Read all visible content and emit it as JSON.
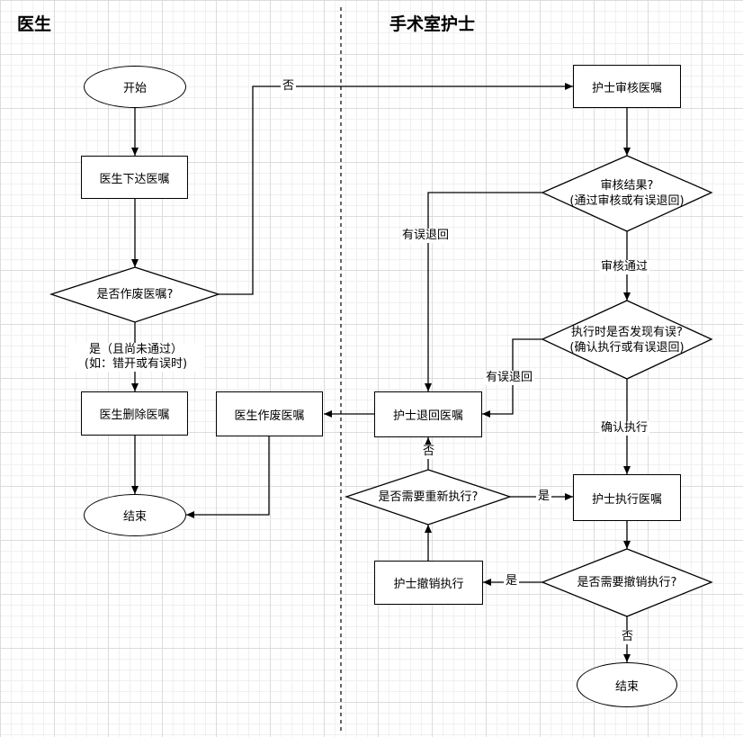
{
  "lanes": {
    "doctor": "医生",
    "nurse": "手术室护士"
  },
  "nodes": {
    "start": "开始",
    "doctor_issue": "医生下达医嘱",
    "void_decision": "是否作废医嘱?",
    "doctor_delete": "医生删除医嘱",
    "doctor_void": "医生作废医嘱",
    "end_doctor": "结束",
    "nurse_review": "护士审核医嘱",
    "review_result": "审核结果?\n(通过审核或有误退回)",
    "exec_check": "执行时是否发现有误?\n(确认执行或有误退回)",
    "nurse_return": "护士退回医嘱",
    "nurse_execute": "护士执行医嘱",
    "re_exec_decision": "是否需要重新执行?",
    "nurse_cancel": "护士撤销执行",
    "cancel_decision": "是否需要撤销执行?",
    "end_nurse": "结束"
  },
  "edges": {
    "void_no": "否",
    "void_yes": "是（且尚未通过）\n(如：错开或有误时)",
    "review_error": "有误退回",
    "review_pass": "审核通过",
    "exec_error": "有误退回",
    "exec_confirm": "确认执行",
    "reexec_no": "否",
    "reexec_yes": "是",
    "cancel_yes": "是",
    "cancel_no": "否"
  }
}
